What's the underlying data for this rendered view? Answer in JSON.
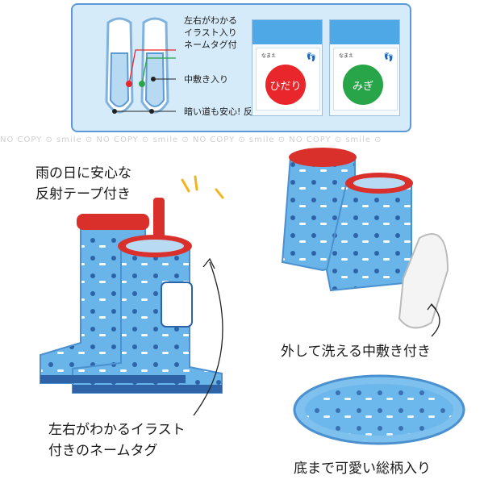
{
  "diagram": {
    "callout_tag": "左右がわかる\nイラスト入り\nネームタグ付",
    "callout_insole": "中敷き入り",
    "callout_reflector": "暗い道も安心! 反射タブ付",
    "tag_left": {
      "name_label": "なまえ",
      "circle_text": "ひだり",
      "color": "#e8262b"
    },
    "tag_right": {
      "name_label": "なまえ",
      "circle_text": "みぎ",
      "color": "#27a548"
    }
  },
  "watermark": "NO COPY ⊙ smile ⊙ NO COPY ⊙ smile ⊙ NO COPY ⊙ smile ⊙ NO COPY ⊙ smile ⊙",
  "captions": {
    "reflective_tape": "雨の日に安心な\n反射テープ付き",
    "name_tag": "左右がわかるイラスト\n付きのネームタグ",
    "removable_insole": "外して洗える中敷き付き",
    "sole_pattern": "底まで可愛い総柄入り"
  },
  "colors": {
    "boot_blue": "#69b5ea",
    "boot_trim": "#d9302c",
    "panel_bg": "#d6ebf9",
    "panel_border": "#5b9ad6"
  }
}
